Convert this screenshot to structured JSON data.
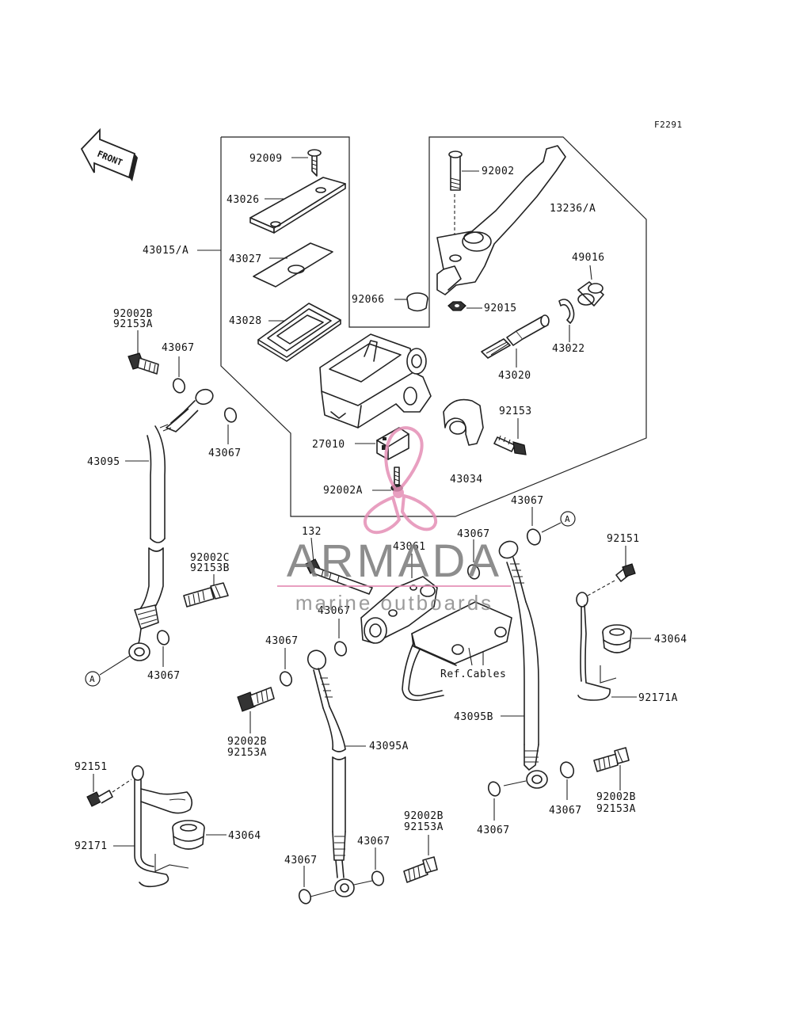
{
  "figure_code": "F2291",
  "front_label": "FRONT",
  "watermark": {
    "brand": "ARMADA",
    "tagline": "marine outboards",
    "brand_color": "#7a7a7a",
    "accent_color": "#e58fb6"
  },
  "ref_label": "Ref.Cables",
  "labels": {
    "p92009": "92009",
    "p43026": "43026",
    "p43015A": "43015/A",
    "p43027": "43027",
    "p43028": "43028",
    "p92002": "92002",
    "p13236A": "13236/A",
    "p49016": "49016",
    "p92066": "92066",
    "p92015": "92015",
    "p43022": "43022",
    "p43020": "43020",
    "p92153": "92153",
    "p27010": "27010",
    "p43034": "43034",
    "p92002A": "92002A",
    "p92002B_1": "92002B",
    "p92153A_1": "92153A",
    "p43067_1": "43067",
    "p43067_2": "43067",
    "p43095": "43095",
    "p43067_3": "43067",
    "p132": "132",
    "p43061": "43061",
    "p43067_4": "43067",
    "p43067_5": "43067",
    "p92002C": "92002C",
    "p92153B": "92153B",
    "p43067_6": "43067",
    "p43067_7": "43067",
    "p92151_1": "92151",
    "p43064_1": "43064",
    "p92171A": "92171A",
    "p43095B": "43095B",
    "p92002B_2": "92002B",
    "p92153A_2": "92153A",
    "p43095A": "43095A",
    "p92151_2": "92151",
    "p92171": "92171",
    "p43064_2": "43064",
    "p92002B_3": "92002B",
    "p92153A_3": "92153A",
    "p43067_8": "43067",
    "p43067_9": "43067",
    "p43067_10": "43067",
    "p43067_11": "43067",
    "p92002B_4": "92002B",
    "p92153A_4": "92153A"
  },
  "callouts": {
    "a1": "A",
    "a2": "A"
  }
}
